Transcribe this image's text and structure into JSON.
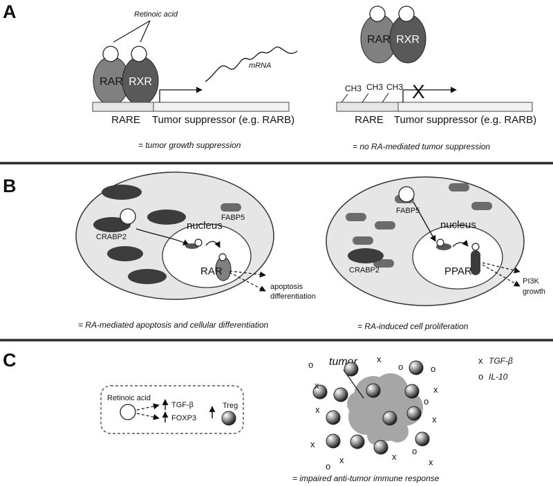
{
  "colors": {
    "cell": "#e6e6e6",
    "rar": "#808080",
    "rxr": "#595959",
    "dark_blob": "#3c3c3c",
    "fabp5": "#6b6b6b",
    "tumor": "#a6a6a6",
    "divider": "#2a2a2a"
  },
  "panel_a": {
    "label": "A",
    "left": {
      "ligand": "Retinoic acid",
      "rar": "RAR",
      "rxr": "RXR",
      "mrna": "mRNA",
      "rare": "RARE",
      "gene": "Tumor suppressor (e.g. RARB)",
      "caption": "= tumor growth suppression"
    },
    "right": {
      "rar": "RAR",
      "rxr": "RXR",
      "methyl": [
        "CH3",
        "CH3",
        "CH3"
      ],
      "block": "X",
      "rare": "RARE",
      "gene": "Tumor suppressor (e.g. RARB)",
      "caption": "= no RA-mediated tumor suppression"
    }
  },
  "panel_b": {
    "label": "B",
    "left": {
      "fabp5": "FABP5",
      "crabp2": "CRABP2",
      "nucleus": "nucleus",
      "receptor": "RAR",
      "outcome_1": "apoptosis",
      "outcome_2": "differentiation",
      "caption": "= RA-mediated apoptosis and cellular differentiation"
    },
    "right": {
      "fabp5": "FABP5",
      "crabp2": "CRABP2",
      "nucleus": "nucleus",
      "receptor": "PPAR",
      "outcome_1": "PI3K",
      "outcome_2": "growth",
      "caption": "= RA-induced cell proliferation"
    }
  },
  "panel_c": {
    "label": "C",
    "box": {
      "ligand": "Retinoic acid",
      "tgf": "TGF-β",
      "foxp3": "FOXP3",
      "treg": "Treg"
    },
    "tumor": "tumor",
    "legend": {
      "x_symbol": "x",
      "x_label": "TGF-β",
      "o_symbol": "o",
      "o_label": "IL-10"
    },
    "x_mark": "x",
    "o_mark": "o",
    "caption": "= impaired anti-tumor immune response"
  }
}
